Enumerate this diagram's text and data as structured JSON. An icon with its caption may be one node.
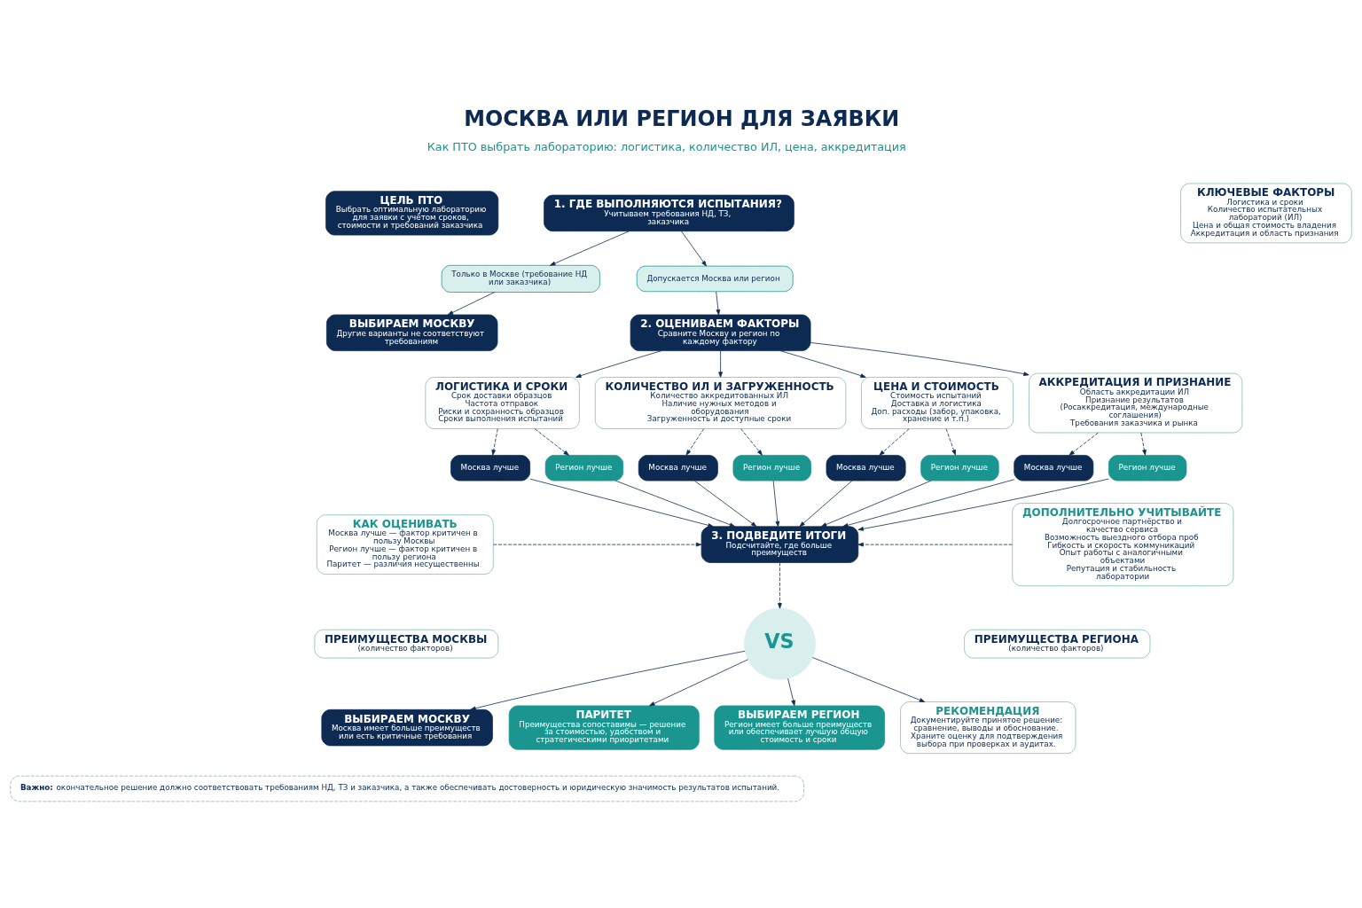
{
  "diagram": {
    "title": "МОСКВА ИЛИ РЕГИОН ДЛЯ ЗАЯВКИ",
    "nodes": [
      {
        "text": [
          "ЦЕЛЬ ПТО",
          "Выбрать оптимальную лабораторию для заявки с учётом сроков, стоимости и требований заказчика"
        ]
      },
      {
        "text": [
          "КЛЮЧЕВЫЕ ФАКТОРЫ",
          "Логистика и сроки",
          "Количество испытательных лабораторий (ИЛ)",
          "Цена и общая стоимость владения",
          "Аккредитация и область признания"
        ]
      },
      {
        "text": [
          "1. ГДЕ ВЫПОЛНЯЮТСЯ ИСПЫТАНИЯ?",
          "Учитываем требования НД, ТЗ, заказчика"
        ]
      },
      {
        "text": [
          "Только в Москве (требование НД или заказчика)"
        ]
      },
      {
        "text": [
          "Допускается Москва или регион"
        ]
      },
      {
        "text": [
          "ВЫБИРАЕМ МОСКВУ",
          "Другие варианты не соответствуют требованиям"
        ]
      },
      {
        "text": [
          "2. ОЦЕНИВАЕМ ФАКТОРЫ",
          "Сравните Москву и регион по каждому фактору"
        ]
      },
      {
        "text": [
          "ЛОГИСТИКА И СРОКИ",
          "Срок доставки образцов",
          "Частота отправок",
          "Риски и сохранность образцов",
          "Сроки выполнения испытаний"
        ]
      },
      {
        "text": [
          "КОЛИЧЕСТВО ИЛ И ЗАГРУЖЕННОСТЬ",
          "Количество аккредитованных ИЛ",
          "Наличие нужных методов и оборудования",
          "Загруженность и доступные сроки"
        ]
      },
      {
        "text": [
          "ЦЕНА И СТОИМОСТЬ",
          "Стоимость испытаний",
          "Доставка и логистика",
          "Доп. расходы (забор, упаковка, хранение и т.п.)"
        ]
      },
      {
        "text": [
          "АККРЕДИТАЦИЯ И ПРИЗНАНИЕ",
          "Область аккредитации ИЛ",
          "Признание результатов (Росаккредитация, международные соглашения)",
          "Требования заказчика и рынка"
        ]
      },
      {
        "text": [
          "Москва лучше"
        ]
      },
      {
        "text": [
          "Регион лучше"
        ]
      },
      {
        "text": [
          "Москва лучше"
        ]
      },
      {
        "text": [
          "Регион лучше"
        ]
      },
      {
        "text": [
          "Москва лучше"
        ]
      },
      {
        "text": [
          "Регион лучше"
        ]
      },
      {
        "text": [
          "Москва лучше"
        ]
      },
      {
        "text": [
          "Регион лучше"
        ]
      },
      {
        "text": [
          "КАК ОЦЕНИВАТЬ",
          "Москва лучше — фактор критичен в пользу Москвы",
          "Регион лучше — фактор критичен в пользу региона",
          "Паритет — различия несущественны"
        ]
      },
      {
        "text": [
          "3. ПОДВЕДИТЕ ИТОГИ",
          "Подсчитайте, где больше преимуществ"
        ]
      },
      {
        "text": [
          "ДОПОЛНИТЕЛЬНО УЧИТЫВАЙТЕ",
          "Долгосрочное партнёрство и качество сервиса",
          "Возможность выездного отбора проб",
          "Гибкость и скорость коммуникаций",
          "Опыт работы с аналогичными объектами",
          "Репутация и стабильность лаборатории"
        ]
      },
      {
        "text": [
          "ПРЕИМУЩЕСТВА МОСКВЫ",
          "(количество факторов)"
        ]
      },
      {
        "text": [
          "VS"
        ]
      },
      {
        "text": [
          "ПРЕИМУЩЕСТВА РЕГИОНА",
          "(количество факторов)"
        ]
      },
      {
        "text": [
          "ВЫБИРАЕМ МОСКВУ",
          "Москва имеет больше преимуществ или есть критичные требования"
        ]
      },
      {
        "text": [
          "ПАРИТЕТ",
          "Преимущества сопоставимы — решение за стоимостью, удобством и стратегическими приоритетами"
        ]
      },
      {
        "text": [
          "ВЫБИРАЕМ РЕГИОН",
          "Регион имеет больше преимуществ или обеспечивает лучшую общую стоимость и сроки"
        ]
      },
      {
        "text": [
          "РЕКОМЕНДАЦИЯ",
          "Документируйте принятое решение: сравнение, выводы и обоснование. Храните оценку для подтверждения выбора при проверках и аудитах."
        ]
      },
      {
        "text": [
          "**Важно:** окончательное решение должно соответствовать требованиям НД, ТЗ и заказчика, а также обеспечивать достоверность и юридическую значимость результатов испытаний."
        ]
      }
    ],
    "edges": [
      {
        "from": 2,
        "to": 3,
        "arrow": "to"
      },
      {
        "from": 2,
        "to": 4,
        "arrow": "to"
      },
      {
        "from": 3,
        "to": 5,
        "arrow": "to"
      },
      {
        "from": 4,
        "to": 6,
        "arrow": "to"
      },
      {
        "from": 6,
        "to": 7,
        "arrow": "to"
      },
      {
        "from": 6,
        "to": 8,
        "arrow": "to"
      },
      {
        "from": 6,
        "to": 9,
        "arrow": "to"
      },
      {
        "from": 6,
        "to": 10,
        "arrow": "to"
      },
      {
        "from": 7,
        "to": 11,
        "arrow": "to",
        "style": "dashed"
      },
      {
        "from": 7,
        "to": 12,
        "arrow": "to",
        "style": "dashed"
      },
      {
        "from": 8,
        "to": 13,
        "arrow": "to",
        "style": "dashed"
      },
      {
        "from": 8,
        "to": 14,
        "arrow": "to",
        "style": "dashed"
      },
      {
        "from": 9,
        "to": 15,
        "arrow": "to",
        "style": "dashed"
      },
      {
        "from": 9,
        "to": 16,
        "arrow": "to",
        "style": "dashed"
      },
      {
        "from": 10,
        "to": 17,
        "arrow": "to",
        "style": "dashed"
      },
      {
        "from": 10,
        "to": 18,
        "arrow": "to",
        "style": "dashed"
      },
      {
        "from": 11,
        "to": 20,
        "arrow": "to"
      },
      {
        "from": 12,
        "to": 20,
        "arrow": "to"
      },
      {
        "from": 13,
        "to": 20,
        "arrow": "to"
      },
      {
        "from": 14,
        "to": 20,
        "arrow": "to"
      },
      {
        "from": 15,
        "to": 20,
        "arrow": "to"
      },
      {
        "from": 16,
        "to": 20,
        "arrow": "to"
      },
      {
        "from": 17,
        "to": 20,
        "arrow": "to"
      },
      {
        "from": 18,
        "to": 20,
        "arrow": "to"
      },
      {
        "from": 19,
        "to": 20,
        "arrow": "to",
        "style": "dashed"
      },
      {
        "from": 21,
        "to": 20,
        "arrow": "to",
        "style": "dashed"
      },
      {
        "from": 20,
        "to": 23,
        "arrow": "to",
        "style": "dashed"
      },
      {
        "from": 23,
        "to": 25,
        "arrow": "to"
      },
      {
        "from": 23,
        "to": 26,
        "arrow": "to"
      },
      {
        "from": 23,
        "to": 27,
        "arrow": "to"
      },
      {
        "from": 23,
        "to": 28,
        "arrow": "to"
      }
    ],
    "labels": [
      "Как ПТО выбрать лабораторию: логистика, количество ИЛ, цена, аккредитация"
    ]
  }
}
